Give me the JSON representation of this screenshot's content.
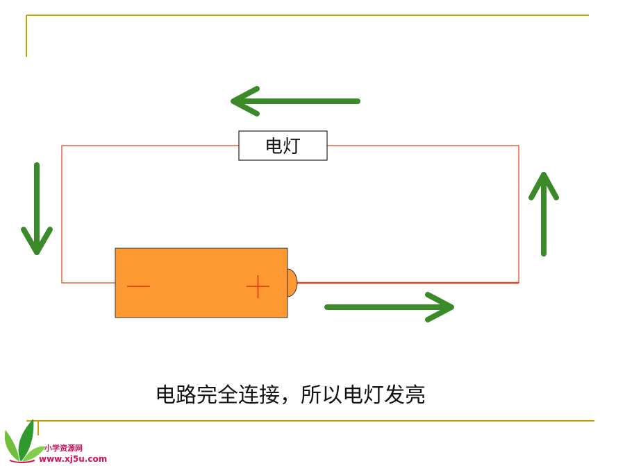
{
  "diagram": {
    "lamp_label": "电灯",
    "negative_sign": "—",
    "positive_sign": "+",
    "caption": "电路完全连接，所以电灯发亮"
  },
  "logo": {
    "name_cn": "小学资源网",
    "url": "www.xj5u.com"
  },
  "colors": {
    "frame_gold": "#c8a000",
    "wire_red": "#e8401c",
    "arrow_green": "#3a8a2a",
    "battery_orange": "#ff9a33",
    "sign_red": "#e03010",
    "logo_pink": "#d0105a",
    "logo_blue": "#1a4fa0"
  },
  "icons": {
    "current_arrows": "arrow-icon",
    "logo_mark": "sprout-leaf-icon"
  }
}
